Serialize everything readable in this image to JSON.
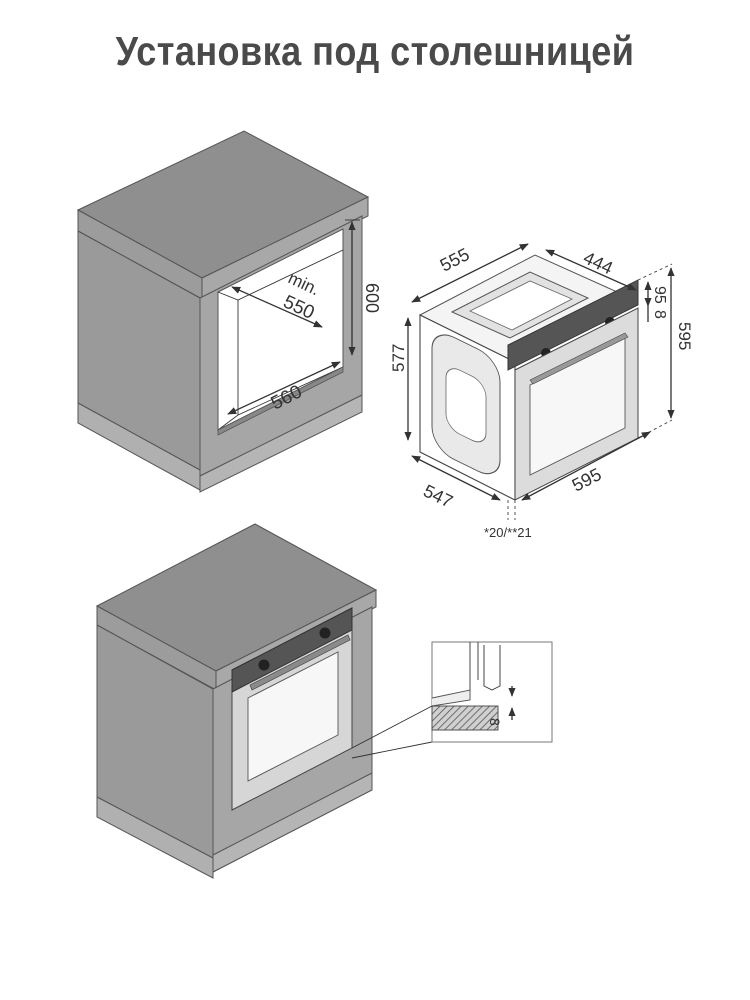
{
  "title": "Установка под столешницей",
  "niche": {
    "depth_label": "min.\n550",
    "depth_min": "min.",
    "depth_value": "550",
    "width": "560",
    "height": "600"
  },
  "oven": {
    "top_depth": "555",
    "top_width": "444",
    "height_left": "577",
    "height_right": "595",
    "panel_upper": "95",
    "panel_lower": "8",
    "bottom_depth": "547",
    "bottom_width": "595",
    "door_note": "*20/**21"
  },
  "detail": {
    "gap_label": "8"
  },
  "colors": {
    "cabinet_front": "#a6a6a6",
    "cabinet_side": "#9a9a9a",
    "cabinet_top": "#8f8f8f",
    "plinth": "#b5b5b5",
    "line": "#333333",
    "title": "#4a4a4a"
  }
}
